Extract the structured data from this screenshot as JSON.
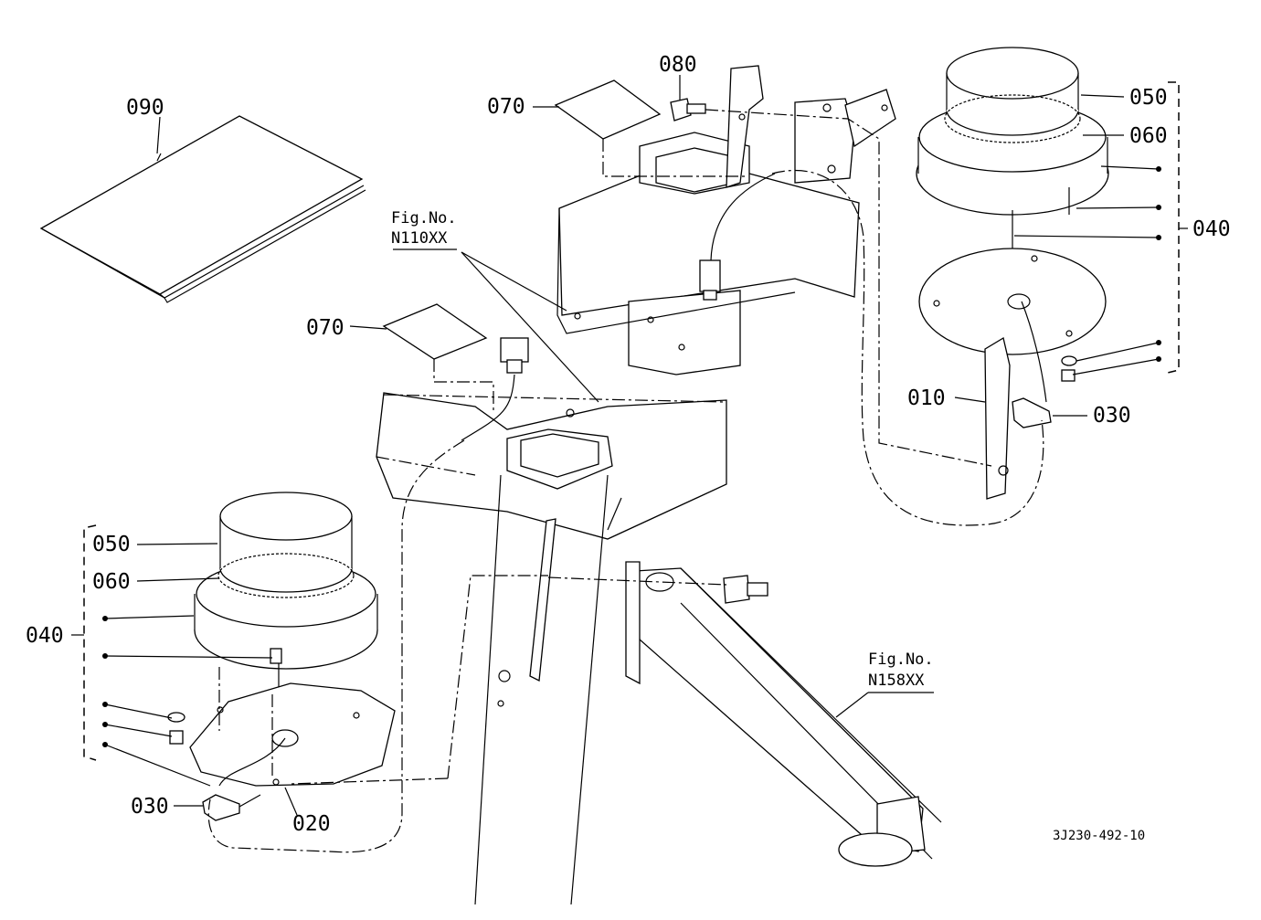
{
  "labels": {
    "p090": "090",
    "p080": "080",
    "p070_top": "070",
    "p070_mid": "070",
    "p050_right": "050",
    "p060_right": "060",
    "p040_right": "040",
    "p010": "010",
    "p030_right": "030",
    "p050_left": "050",
    "p060_left": "060",
    "p040_left": "040",
    "p030_left": "030",
    "p020": "020"
  },
  "figure_refs": {
    "ref1_line1": "Fig.No.",
    "ref1_line2": "N110XX",
    "ref2_line1": "Fig.No.",
    "ref2_line2": "N158XX"
  },
  "drawing_code": "3J230-492-10"
}
